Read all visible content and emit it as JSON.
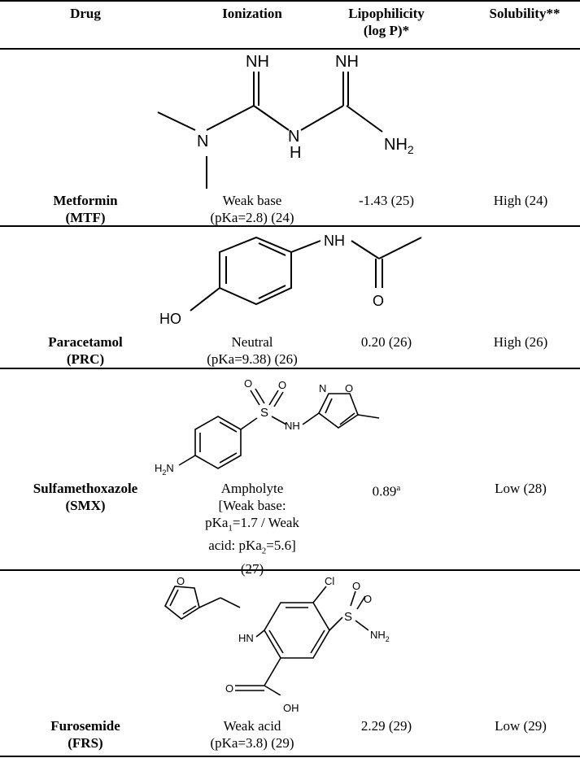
{
  "table": {
    "headers": {
      "drug": "Drug",
      "ionization": "Ionization",
      "lipophilicity_line1": "Lipophilicity",
      "lipophilicity_line2": "(log P)*",
      "solubility": "Solubility**"
    },
    "rows": [
      {
        "name_line1": "Metformin",
        "name_line2": "(MTF)",
        "ionization_line1": "Weak base",
        "ionization_line2": "(pKa=2.8) (24)",
        "logp": "-1.43 (25)",
        "solubility": "High (24)",
        "structure_labels": {
          "nh_left": "NH",
          "nh_right": "NH",
          "n": "N",
          "nh_mid_n": "N",
          "nh_mid_h": "H",
          "nh2": "NH",
          "nh2_sub": "2"
        }
      },
      {
        "name_line1": "Paracetamol",
        "name_line2": "(PRC)",
        "ionization_line1": "Neutral",
        "ionization_line2": "(pKa=9.38) (26)",
        "logp": "0.20 (26)",
        "solubility": "High (26)",
        "structure_labels": {
          "ho": "HO",
          "nh": "NH",
          "o": "O"
        }
      },
      {
        "name_line1": "Sulfamethoxazole",
        "name_line2": "(SMX)",
        "ionization_line1": "Ampholyte",
        "ionization_line2_a": "[Weak base:",
        "ionization_line3_a": "pKa",
        "ionization_line3_sub": "1",
        "ionization_line3_b": "=1.7 / Weak",
        "ionization_line4_a": "acid: pKa",
        "ionization_line4_sub": "2",
        "ionization_line4_b": "=5.6]",
        "ionization_line5": "(27)",
        "logp": "0.89",
        "logp_sup": "a",
        "solubility": "Low (28)",
        "structure_labels": {
          "h2n_h": "H",
          "h2n_sub": "2",
          "h2n_n": "N",
          "s": "S",
          "o1": "O",
          "o2": "O",
          "nh": "NH",
          "n": "N",
          "o_ring": "O"
        }
      },
      {
        "name_line1": "Furosemide",
        "name_line2": "(FRS)",
        "ionization_line1": "Weak acid",
        "ionization_line2": "(pKa=3.8) (29)",
        "logp": "2.29 (29)",
        "solubility": "Low (29)",
        "structure_labels": {
          "o_furan": "O",
          "hn": "HN",
          "cl": "Cl",
          "s": "S",
          "o1": "O",
          "o2": "O",
          "nh2": "NH",
          "nh2_sub": "2",
          "o_carb": "O",
          "oh": "OH"
        }
      }
    ]
  }
}
